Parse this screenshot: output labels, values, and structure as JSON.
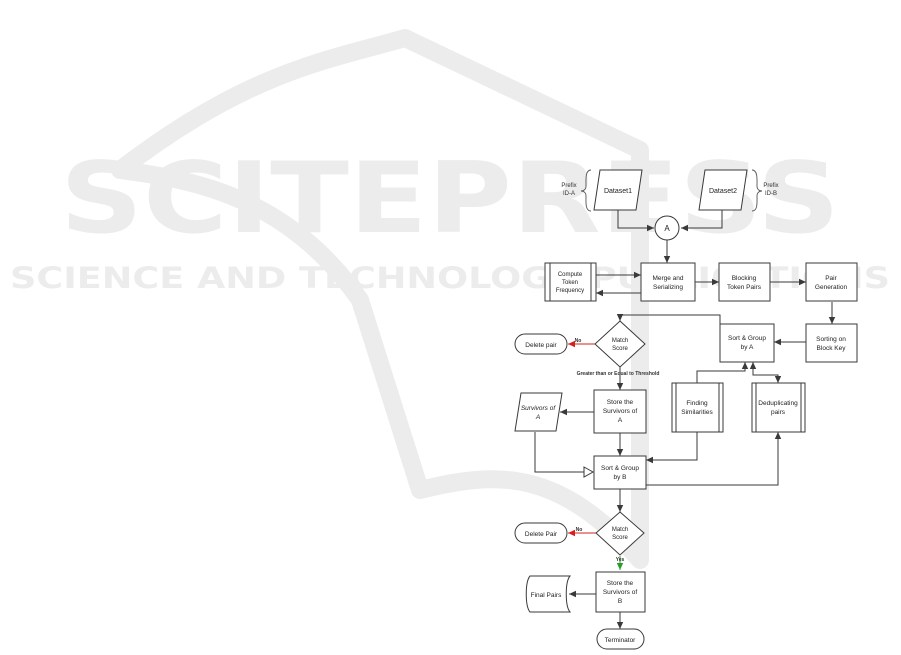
{
  "watermark": {
    "line1": "SCITEPRESS",
    "line2": "SCIENCE AND TECHNOLOGY PUBLICATIONS",
    "color": "#ebebeb"
  },
  "colors": {
    "stroke": "#3a3a3a",
    "fill": "#ffffff",
    "red_arrow": "#d42020",
    "green_arrow": "#2a9d2a"
  },
  "diagram": {
    "prefix_a": [
      "Prefix",
      "ID-A"
    ],
    "prefix_b": [
      "Prefix",
      "ID-B"
    ],
    "dataset1": "Dataset1",
    "dataset2": "Dataset2",
    "connector_a": "A",
    "compute_token_frequency": [
      "Compute",
      "Token",
      "Frequency"
    ],
    "merge_serialize": [
      "Merge and",
      "Serializing"
    ],
    "blocking_token_pairs": [
      "Blocking",
      "Token Pairs"
    ],
    "pair_generation": [
      "Pair",
      "Generation"
    ],
    "sorting_block_key": [
      "Sorting on",
      "Block Key"
    ],
    "sort_group_a": [
      "Sort & Group",
      "by A"
    ],
    "match_score_1": [
      "Match",
      "Score"
    ],
    "delete_pair_1": "Delete pair",
    "no_label_1": "No",
    "threshold_label": "Greater than or Equal to Threshold",
    "survivors_of_a": [
      "Survivors of",
      "A"
    ],
    "store_survivors_a": [
      "Store the",
      "Survivors of",
      "A"
    ],
    "finding_similarities": [
      "Finding",
      "Similarities"
    ],
    "deduplicating_pairs": [
      "Deduplicating",
      "pairs"
    ],
    "sort_group_b": [
      "Sort & Group",
      "by B"
    ],
    "match_score_2": [
      "Match",
      "Score"
    ],
    "delete_pair_2": "Delete Pair",
    "no_label_2": "No",
    "yes_label": "Yes",
    "final_pairs": "Final Pairs",
    "store_survivors_b": [
      "Store the",
      "Survivors of",
      "B"
    ],
    "terminator": "Terminator"
  }
}
